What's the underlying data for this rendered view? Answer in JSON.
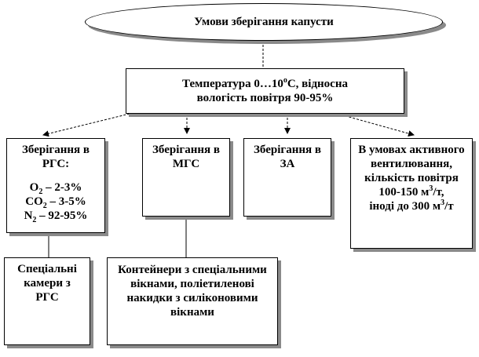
{
  "title": "Умови зберігання капусти",
  "conditions": {
    "line1_pre": "Температура 0…10",
    "line1_sup": "o",
    "line1_post": "С, відносна",
    "line2": "вологість повітря 90-95%"
  },
  "methods": {
    "rgs": {
      "heading": "Зберігання в РГС:",
      "o2_el": "O",
      "o2_sub": "2",
      "o2_val": " – 2-3%",
      "co2_el": "CO",
      "co2_sub": "2",
      "co2_val": " – 3-5%",
      "n2_el": "N",
      "n2_sub": "2",
      "n2_val": " – 92-95%"
    },
    "mgs": {
      "label": "Зберігання в МГС"
    },
    "za": {
      "label": "Зберігання в ЗА"
    },
    "active": {
      "text_top": "В умовах активного вентилювання, кількість повітря 100-150",
      "unit1_pre": " м",
      "unit1_sup": "3",
      "unit1_post": "/т,",
      "text_bottom": "іноді  до 300 м",
      "unit2_sup": "3",
      "unit2_post": "/т"
    }
  },
  "equipment": {
    "rgs_chambers": "Спеціальні камери з РГС",
    "mgs_containers": "Контейнери з спеціальними вікнами, поліетиленові накидки з силіконовими вікнами"
  }
}
